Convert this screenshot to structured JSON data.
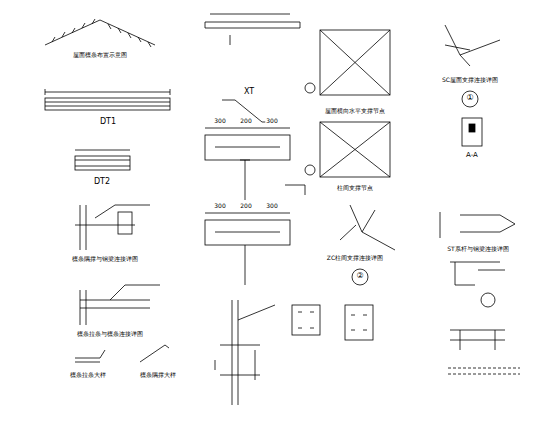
{
  "diagram": {
    "labels": [
      "屋面檩条布置示意图",
      "DT1",
      "DT2",
      "檩条隅撑与钢梁连接详图",
      "檩条拉条与檩条连接详图",
      "檩条拉条大样",
      "檩条隅撑大样",
      "XT",
      "300",
      "200",
      "300",
      "300",
      "200",
      "300",
      "屋面横向水平支撑节点",
      "柱间支撑节点",
      "ZC柱间支撑连接详图",
      "②",
      "SC屋面支撑连接详图",
      "①",
      "A-A",
      "ST系杆与钢梁连接详图"
    ]
  }
}
